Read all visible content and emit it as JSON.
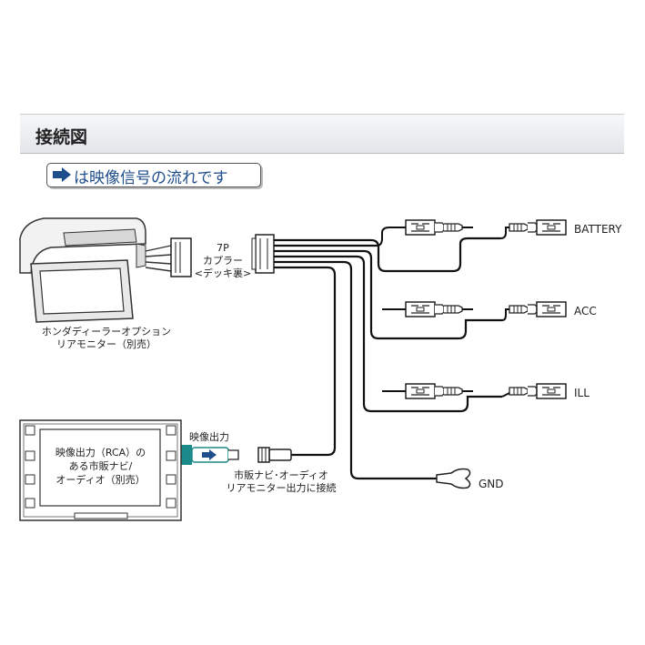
{
  "header": {
    "title": "接続図"
  },
  "legend": {
    "text": "は映像信号の流れです",
    "arrow_icon": "right-arrow-icon",
    "arrow_color": "#1f4e8c"
  },
  "monitor": {
    "line1": "ホンダディーラーオプション",
    "line2": "リアモニター（別売）"
  },
  "coupler": {
    "line1": "7P",
    "line2": "カプラー",
    "line3": "<デッキ裏>"
  },
  "wires": {
    "battery": "BATTERY",
    "acc": "ACC",
    "ill": "ILL",
    "gnd": "GND"
  },
  "navi": {
    "line1": "映像出力（RCA）の",
    "line2": "ある市販ナビ/",
    "line3": "オーディオ（別売）"
  },
  "video_out": {
    "label": "映像出力",
    "accent": "#1a8a8a"
  },
  "rca": {
    "line1": "市販ナビ･オーディオ",
    "line2": "リアモニター出力に接続"
  }
}
